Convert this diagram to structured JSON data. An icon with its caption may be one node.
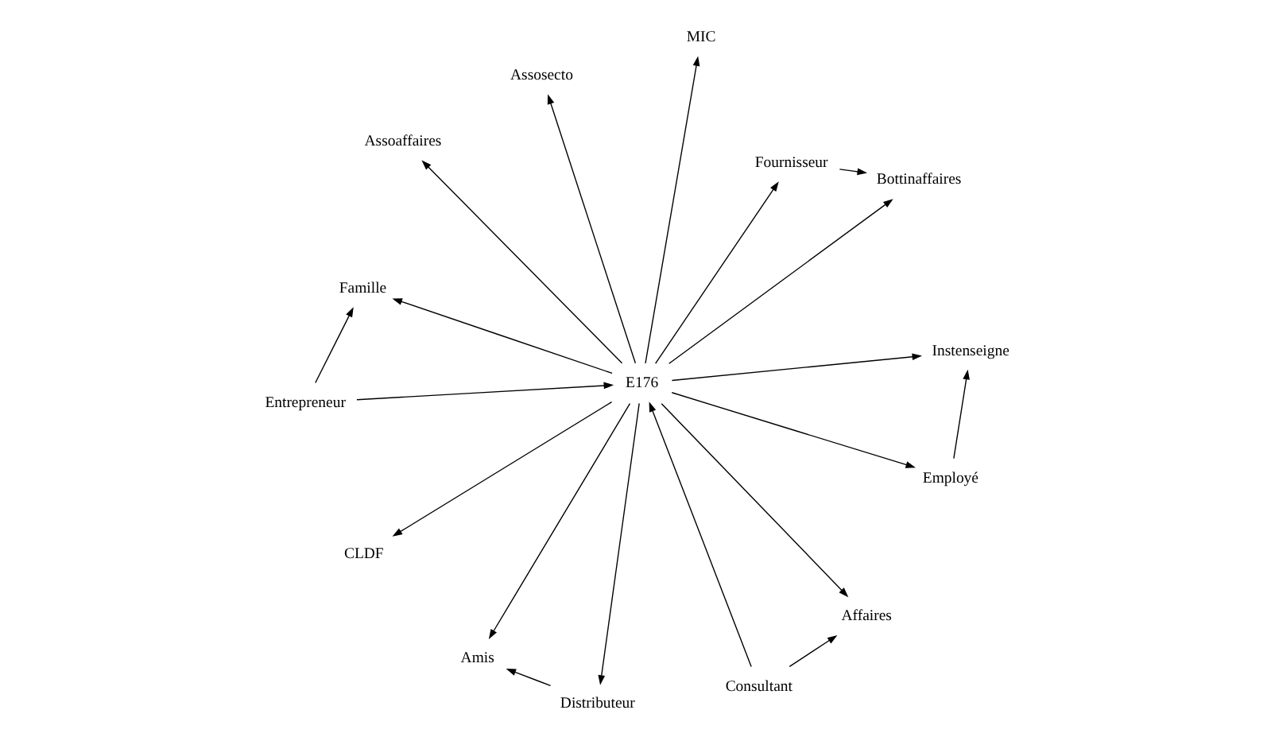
{
  "diagram": {
    "nodes": [
      {
        "text": [
          "Entrepreneur"
        ]
      },
      {
        "text": [
          "Famille"
        ]
      },
      {
        "text": [
          "Consultant"
        ]
      },
      {
        "text": [
          "Assosecto"
        ]
      },
      {
        "text": [
          "Affaires"
        ]
      },
      {
        "text": [
          "Assoaffaires"
        ]
      },
      {
        "text": [
          "CLDF"
        ]
      },
      {
        "text": [
          "E176"
        ]
      },
      {
        "text": [
          "Amis"
        ]
      },
      {
        "text": [
          "Employé"
        ]
      },
      {
        "text": [
          "Distributeur"
        ]
      },
      {
        "text": [
          "Fournisseur"
        ]
      },
      {
        "text": [
          "Instenseigne"
        ]
      },
      {
        "text": [
          "Bottinaffaires"
        ]
      },
      {
        "text": [
          "MIC"
        ]
      }
    ],
    "edges": [
      {
        "from": 0,
        "to": 7,
        "arrow": "to"
      },
      {
        "from": 0,
        "to": 1,
        "arrow": "to"
      },
      {
        "from": 7,
        "to": 1,
        "arrow": "to"
      },
      {
        "from": 2,
        "to": 7,
        "arrow": "to"
      },
      {
        "from": 2,
        "to": 4,
        "arrow": "to"
      },
      {
        "from": 7,
        "to": 4,
        "arrow": "to"
      },
      {
        "from": 7,
        "to": 6,
        "arrow": "to"
      },
      {
        "from": 7,
        "to": 3,
        "arrow": "to"
      },
      {
        "from": 7,
        "to": 5,
        "arrow": "to"
      },
      {
        "from": 7,
        "to": 8,
        "arrow": "to"
      },
      {
        "from": 7,
        "to": 10,
        "arrow": "to"
      },
      {
        "from": 10,
        "to": 8,
        "arrow": "to"
      },
      {
        "from": 7,
        "to": 9,
        "arrow": "to"
      },
      {
        "from": 9,
        "to": 12,
        "arrow": "to"
      },
      {
        "from": 7,
        "to": 12,
        "arrow": "to"
      },
      {
        "from": 7,
        "to": 14,
        "arrow": "to"
      },
      {
        "from": 7,
        "to": 11,
        "arrow": "to"
      },
      {
        "from": 11,
        "to": 13,
        "arrow": "to"
      },
      {
        "from": 7,
        "to": 13,
        "arrow": "to"
      }
    ]
  }
}
